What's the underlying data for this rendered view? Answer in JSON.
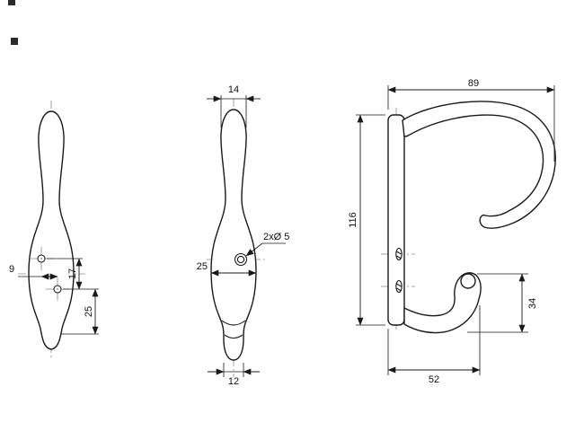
{
  "colors": {
    "line": "#1a1a1a",
    "centerline": "#8a8a8a",
    "background": "#ffffff"
  },
  "views": {
    "front": {
      "dims": {
        "hole_offset": "9",
        "hole_spacing": "17",
        "hole_to_bottom": "25"
      }
    },
    "center": {
      "dims": {
        "top_width": "14",
        "plate_width": "25",
        "hole_note": "2xØ 5",
        "bottom_width": "12"
      }
    },
    "side": {
      "dims": {
        "width": "89",
        "height": "116",
        "hook_height": "34",
        "hook_reach": "52"
      }
    }
  }
}
